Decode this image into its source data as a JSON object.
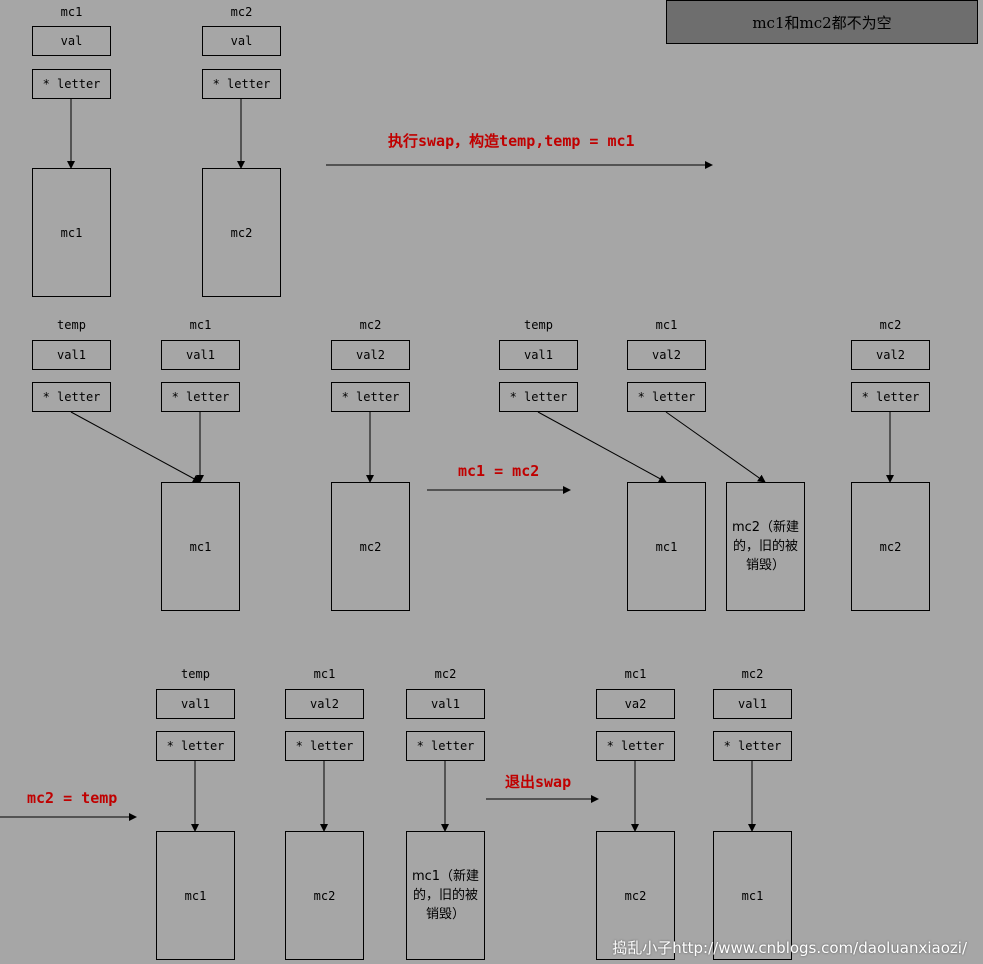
{
  "title": "mc1和mc2都不为空",
  "watermark": "捣乱小子http://www.cnblogs.com/daoluanxiaozi/",
  "names": {
    "mc1": "mc1",
    "mc2": "mc2",
    "temp": "temp"
  },
  "values": {
    "val": "val",
    "val1": "val1",
    "val2": "val2",
    "va2": "va2"
  },
  "letter": "* letter",
  "steps": {
    "swap_start": "执行swap，构造temp,temp = mc1",
    "assign_mc1": "mc1 = mc2",
    "assign_mc2": "mc2 = temp",
    "exit_swap": "退出swap"
  },
  "new_mc2": "mc2（新建的，旧的被销毁）",
  "new_mc1": "mc1（新建的，旧的被销毁）"
}
